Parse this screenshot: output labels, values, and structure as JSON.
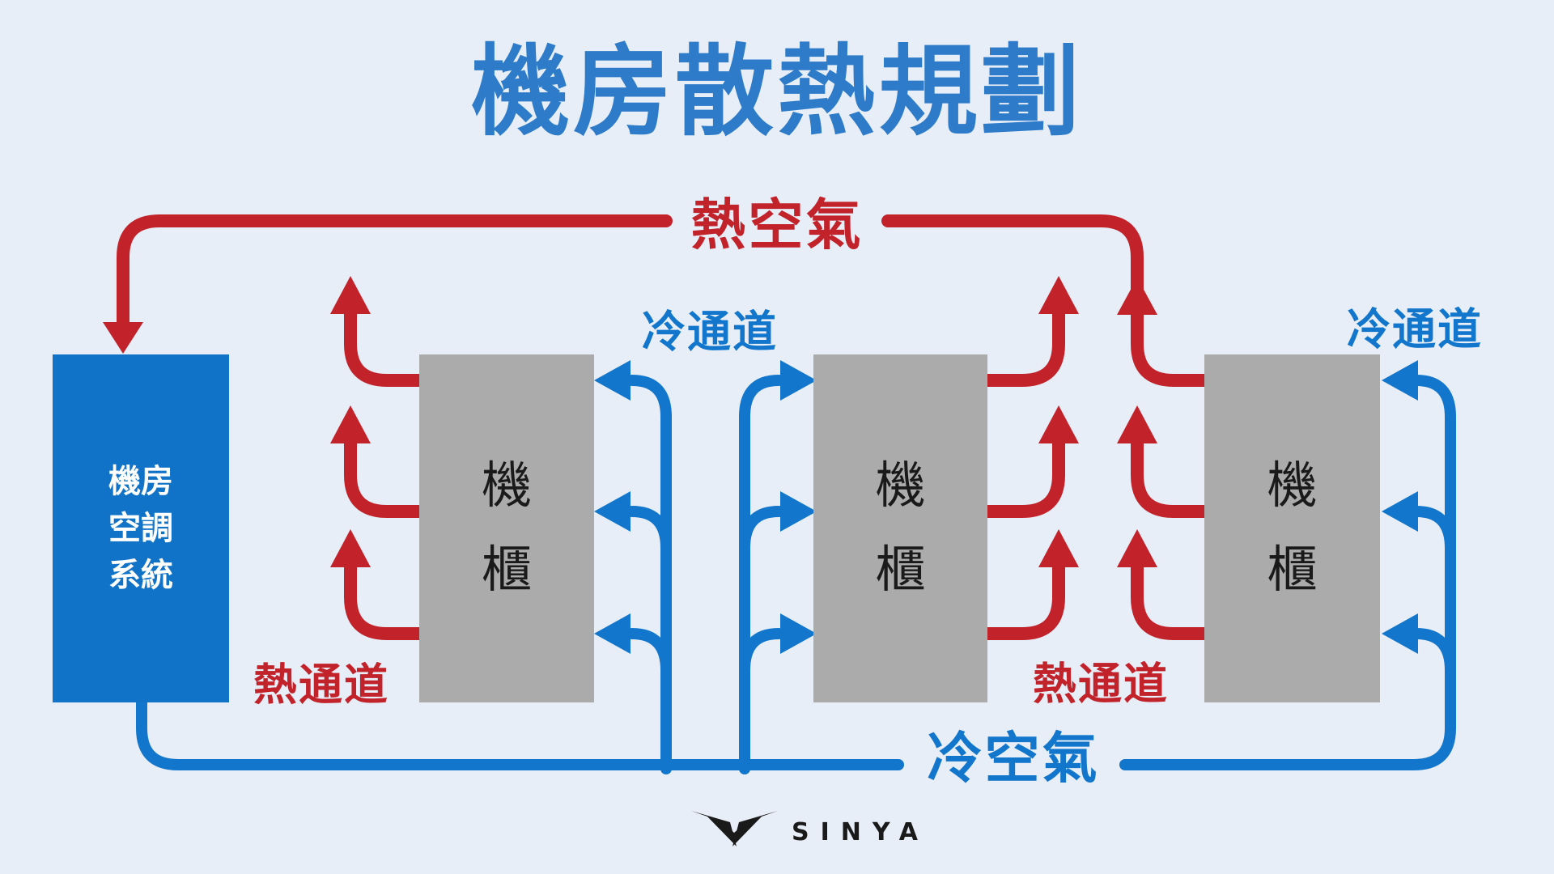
{
  "title": "機房散熱規劃",
  "flows": {
    "hot_air": "熱空氣",
    "cold_air": "冷空氣"
  },
  "aisles": {
    "cold": "冷通道",
    "hot": "熱通道"
  },
  "ac_unit": {
    "lines": [
      "機房",
      "空調",
      "系統"
    ]
  },
  "racks": [
    {
      "label_lines": [
        "機",
        "櫃"
      ]
    },
    {
      "label_lines": [
        "機",
        "櫃"
      ]
    },
    {
      "label_lines": [
        "機",
        "櫃"
      ]
    }
  ],
  "footer": {
    "brand": "SINYA"
  },
  "colors": {
    "background": "#E8EEF8",
    "hot_red": "#C2222A",
    "cold_blue": "#1277CC",
    "ac_box_blue": "#1073C8",
    "rack_gray": "#ABABAB",
    "title_blue": "#2E7CC9",
    "logo_black": "#1A1A1A"
  }
}
